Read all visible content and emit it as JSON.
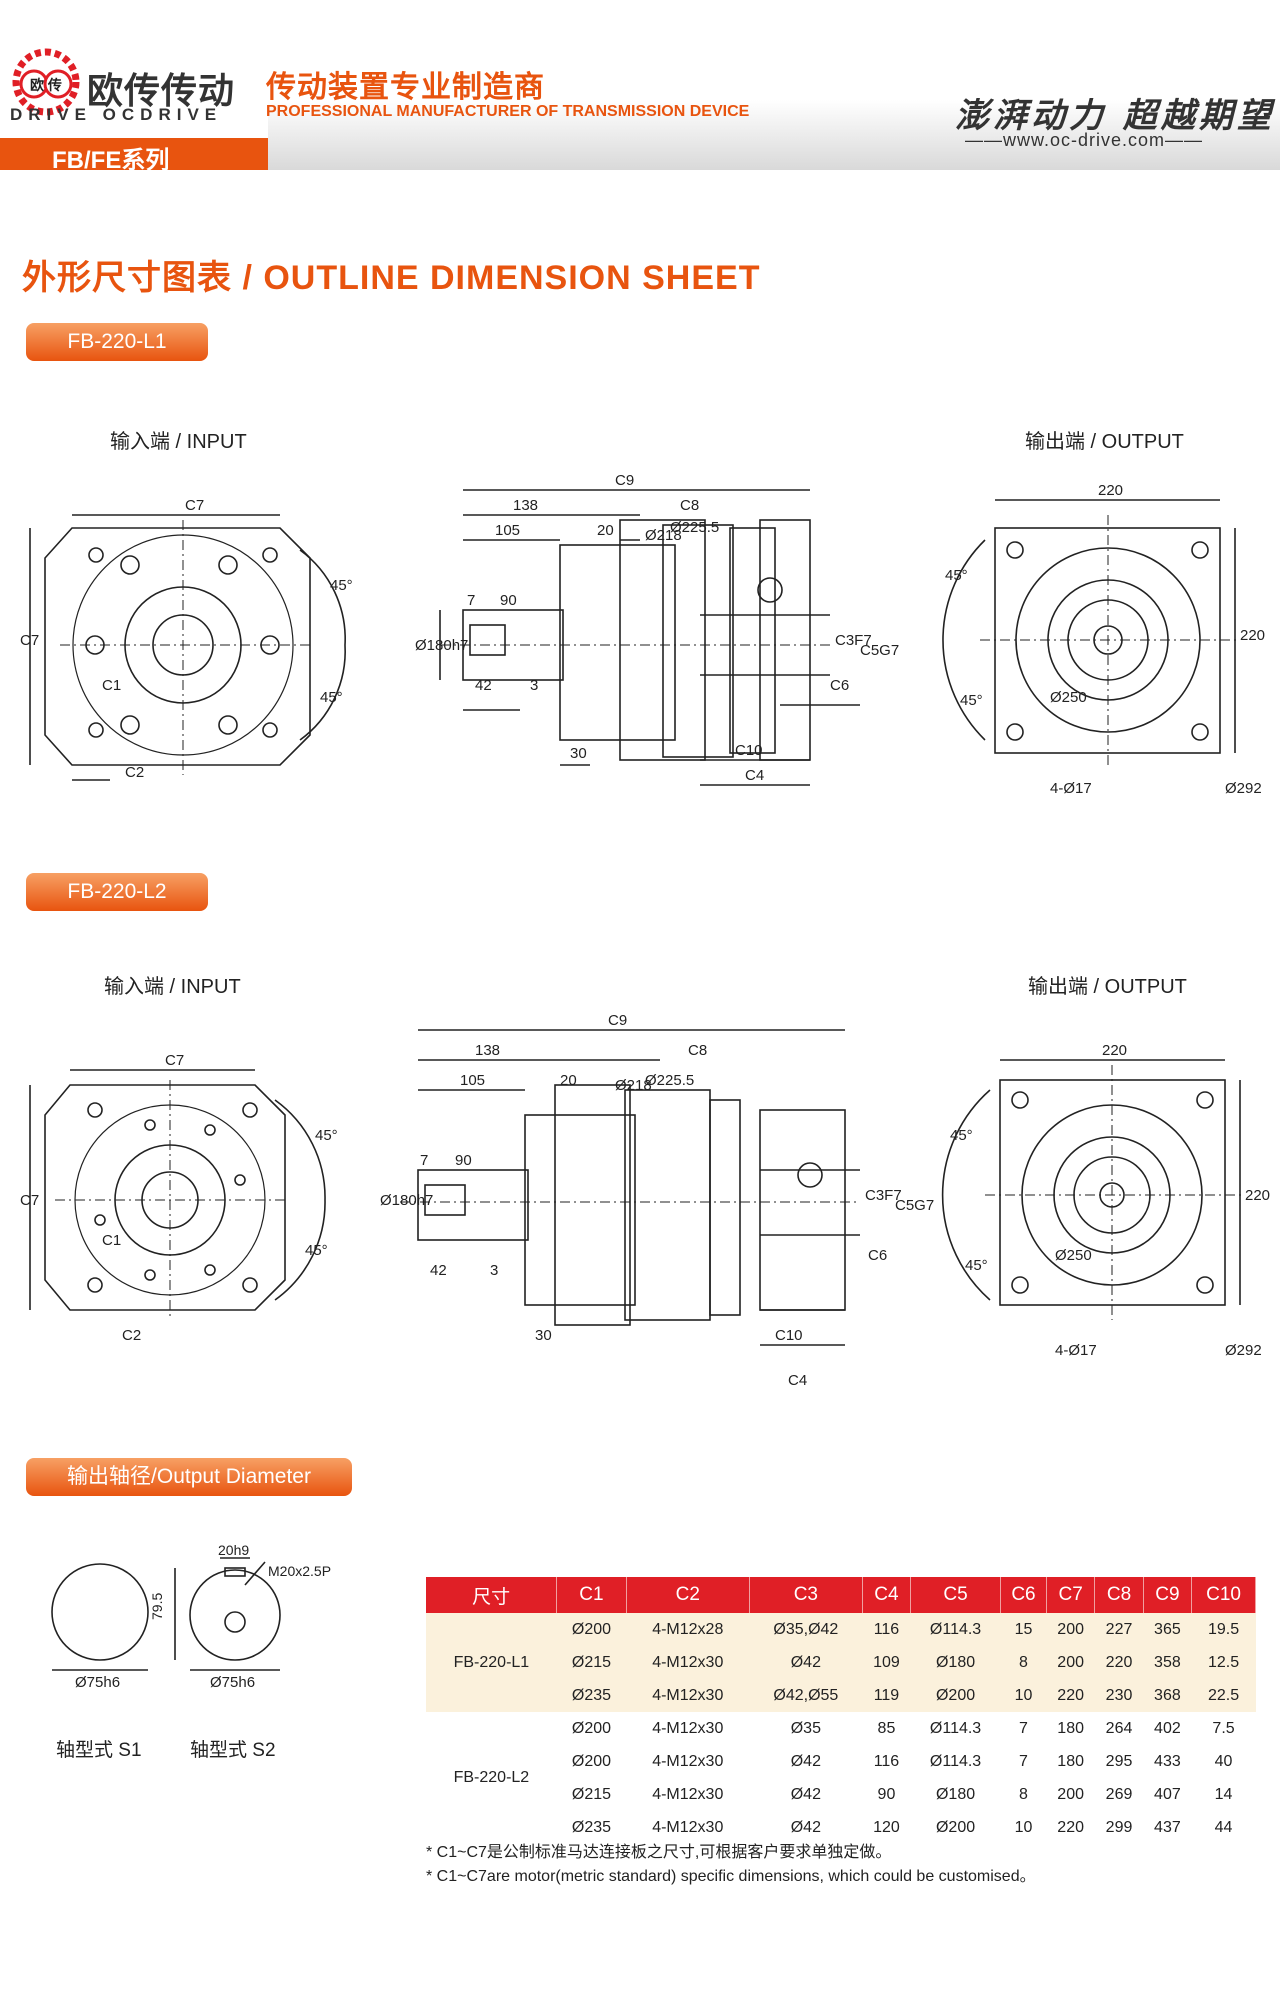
{
  "header": {
    "brand_cn": "欧传传动",
    "brand_en": "DRIVE OCDRIVE",
    "logo_text": "欧 传",
    "tagline_cn": "传动装置专业制造商",
    "tagline_en": "PROFESSIONAL MANUFACTURER OF TRANSMISSION DEVICE",
    "slogan": "澎湃动力 超越期望",
    "website": "——www.oc-drive.com——",
    "series": "FB/FE系列"
  },
  "section_title": "外形尺寸图表 / OUTLINE DIMENSION SHEET",
  "drawing_l1": {
    "badge": "FB-220-L1",
    "input_label": "输入端 / INPUT",
    "output_label": "输出端 / OUTPUT",
    "dims": {
      "c9": "C9",
      "d138": "138",
      "c8": "C8",
      "d105": "105",
      "d20": "20",
      "d218": "Ø218",
      "d2255": "Ø225.5",
      "d7": "7",
      "d90": "90",
      "d180": "Ø180h7",
      "d42": "42",
      "d3": "3",
      "d30": "30",
      "c3": "C3F7",
      "c5": "C5G7",
      "c6": "C6",
      "c10": "C10",
      "c4": "C4",
      "c7": "C7",
      "c1": "C1",
      "c2": "C2",
      "deg": "45°",
      "d220": "220",
      "d250": "Ø250",
      "d417": "4-Ø17",
      "d292": "Ø292"
    }
  },
  "drawing_l2": {
    "badge": "FB-220-L2",
    "input_label": "输入端 / INPUT",
    "output_label": "输出端 / OUTPUT"
  },
  "shaft": {
    "badge": "输出轴径/Output Diameter",
    "s1_dia": "Ø75h6",
    "s2_key": "20h9",
    "s2_thread": "M20x2.5P",
    "s2_height": "79.5",
    "s2_dia": "Ø75h6",
    "s1_label": "轴型式 S1",
    "s2_label": "轴型式 S2"
  },
  "table": {
    "headers": [
      "尺寸",
      "C1",
      "C2",
      "C3",
      "C4",
      "C5",
      "C6",
      "C7",
      "C8",
      "C9",
      "C10"
    ],
    "groups": [
      {
        "model": "FB-220-L1",
        "rows": [
          [
            "Ø200",
            "4-M12x28",
            "Ø35,Ø42",
            "116",
            "Ø114.3",
            "15",
            "200",
            "227",
            "365",
            "19.5"
          ],
          [
            "Ø215",
            "4-M12x30",
            "Ø42",
            "109",
            "Ø180",
            "8",
            "200",
            "220",
            "358",
            "12.5"
          ],
          [
            "Ø235",
            "4-M12x30",
            "Ø42,Ø55",
            "119",
            "Ø200",
            "10",
            "220",
            "230",
            "368",
            "22.5"
          ]
        ]
      },
      {
        "model": "FB-220-L2",
        "rows": [
          [
            "Ø200",
            "4-M12x30",
            "Ø35",
            "85",
            "Ø114.3",
            "7",
            "180",
            "264",
            "402",
            "7.5"
          ],
          [
            "Ø200",
            "4-M12x30",
            "Ø42",
            "116",
            "Ø114.3",
            "7",
            "180",
            "295",
            "433",
            "40"
          ],
          [
            "Ø215",
            "4-M12x30",
            "Ø42",
            "90",
            "Ø180",
            "8",
            "200",
            "269",
            "407",
            "14"
          ],
          [
            "Ø235",
            "4-M12x30",
            "Ø42",
            "120",
            "Ø200",
            "10",
            "220",
            "299",
            "437",
            "44"
          ]
        ]
      }
    ],
    "note_cn": "* C1~C7是公制标准马达连接板之尺寸,可根据客户要求单独定做。",
    "note_en": "* C1~C7are motor(metric standard)  specific dimensions, which could be customised。"
  },
  "colors": {
    "accent": "#e8540f",
    "table_header": "#e01f26",
    "row_tint": "#fbf1dc"
  }
}
